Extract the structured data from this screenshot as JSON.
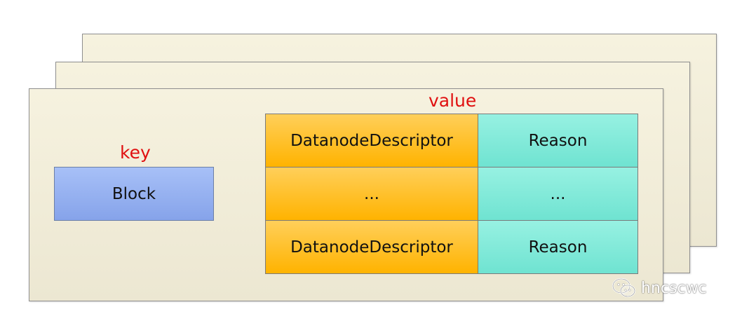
{
  "key_label": "key",
  "value_label": "value",
  "block_label": "Block",
  "value_rows": [
    {
      "descriptor": "DatanodeDescriptor",
      "reason": "Reason"
    },
    {
      "descriptor": "...",
      "reason": "..."
    },
    {
      "descriptor": "DatanodeDescriptor",
      "reason": "Reason"
    }
  ],
  "watermark": {
    "text": "hncscwc",
    "icon": "wechat-icon"
  },
  "colors": {
    "label_red": "#e01010",
    "card_bg": "#f1edd9",
    "block_blue": "#94aff0",
    "descriptor_orange": "#ffbf2e",
    "reason_teal": "#80e9d9"
  }
}
